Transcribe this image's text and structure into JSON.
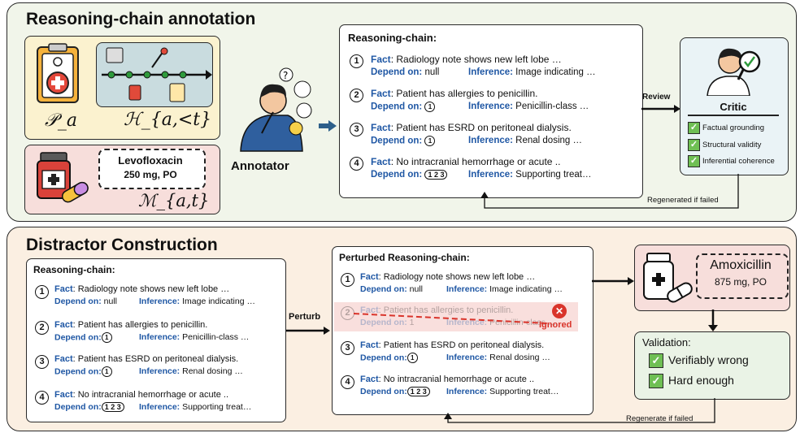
{
  "top": {
    "title": "Reasoning-chain annotation",
    "pa_label": "𝒫_a",
    "h_label": "ℋ_{a,<t}",
    "m_label": "ℳ_{a,t}",
    "med_name": "Levofloxacin",
    "med_dose": "250 mg, PO",
    "annotator_label": "Annotator",
    "review_label": "Review",
    "critic_title": "Critic",
    "critic_items": [
      "Factual grounding",
      "Structural validity",
      "Inferential coherence"
    ],
    "regen_label": "Regenerated if failed"
  },
  "chain": {
    "title": "Reasoning-chain:",
    "fact_label": "Fact",
    "depend_label": "Depend on:",
    "inference_label": "Inference:",
    "steps": [
      {
        "num": "1",
        "fact": ": Radiology note shows new left lobe …",
        "depend": "null",
        "inference": "Image indicating …"
      },
      {
        "num": "2",
        "fact": ": Patient has allergies to penicillin.",
        "depend": "1",
        "inference": "Penicillin-class …"
      },
      {
        "num": "3",
        "fact": ": Patient has ESRD on peritoneal dialysis.",
        "depend": "1",
        "inference": "Renal dosing …"
      },
      {
        "num": "4",
        "fact": ": No intracranial hemorrhage or acute ..",
        "depend": "1 2 3",
        "inference": "Supporting treat…"
      }
    ]
  },
  "bottom": {
    "title": "Distractor Construction",
    "perturb_label": "Perturb",
    "perturbed_title": "Perturbed Reasoning-chain:",
    "ignored_label": "Ignored",
    "ignored_fact": ": Patient has allergies to penicillin.",
    "distractor_name": "Amoxicillin",
    "distractor_dose": "875 mg, PO",
    "validation_title": "Validation:",
    "validation_items": [
      "Verifiably wrong",
      "Hard enough"
    ],
    "regen_label": "Regenerate if failed"
  },
  "colors": {
    "accent_blue": "#1f57a4",
    "ignored_red": "#d9342b",
    "check_green": "#6fbf54"
  }
}
